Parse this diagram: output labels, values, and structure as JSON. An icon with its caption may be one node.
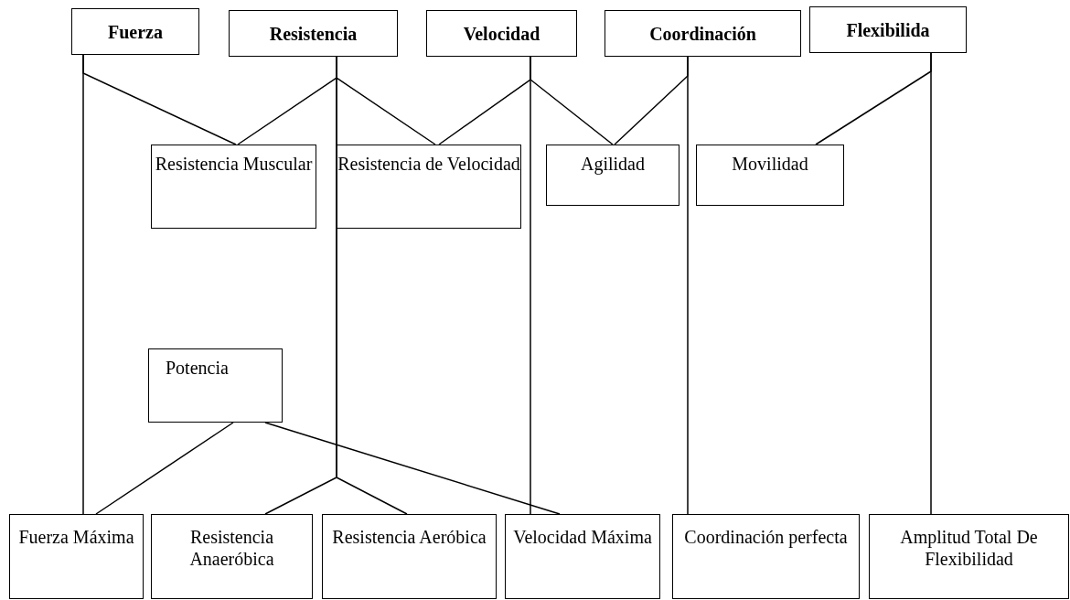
{
  "diagram": {
    "nodes": [
      {
        "text": [
          "Fuerza"
        ]
      },
      {
        "text": [
          "Resistencia"
        ]
      },
      {
        "text": [
          "Velocidad"
        ]
      },
      {
        "text": [
          "Coordinación"
        ]
      },
      {
        "text": [
          "Flexibilida"
        ]
      },
      {
        "text": [
          "Resistencia Muscular"
        ]
      },
      {
        "text": [
          "Resistencia de Velocidad"
        ]
      },
      {
        "text": [
          "Agilidad"
        ]
      },
      {
        "text": [
          "Movilidad"
        ]
      },
      {
        "text": [
          "Potencia"
        ]
      },
      {
        "text": [
          "Fuerza Máxima"
        ]
      },
      {
        "text": [
          "Resistencia Anaeróbica"
        ]
      },
      {
        "text": [
          "Resistencia Aeróbica"
        ]
      },
      {
        "text": [
          "Velocidad Máxima"
        ]
      },
      {
        "text": [
          "Coordinación perfecta"
        ]
      },
      {
        "text": [
          "Amplitud Total De Flexibilidad"
        ]
      }
    ],
    "edges": [
      {
        "from": 0,
        "to": 5,
        "arrow": "none"
      },
      {
        "from": 0,
        "to": 10,
        "arrow": "none"
      },
      {
        "from": 1,
        "to": 5,
        "arrow": "none"
      },
      {
        "from": 1,
        "to": 6,
        "arrow": "none"
      },
      {
        "from": 1,
        "to": 11,
        "arrow": "none"
      },
      {
        "from": 1,
        "to": 12,
        "arrow": "none"
      },
      {
        "from": 2,
        "to": 6,
        "arrow": "none"
      },
      {
        "from": 2,
        "to": 7,
        "arrow": "none"
      },
      {
        "from": 2,
        "to": 13,
        "arrow": "none"
      },
      {
        "from": 3,
        "to": 7,
        "arrow": "none"
      },
      {
        "from": 3,
        "to": 14,
        "arrow": "none"
      },
      {
        "from": 4,
        "to": 8,
        "arrow": "none"
      },
      {
        "from": 4,
        "to": 15,
        "arrow": "none"
      },
      {
        "from": 9,
        "to": 10,
        "arrow": "none"
      },
      {
        "from": 9,
        "to": 13,
        "arrow": "none"
      }
    ]
  }
}
